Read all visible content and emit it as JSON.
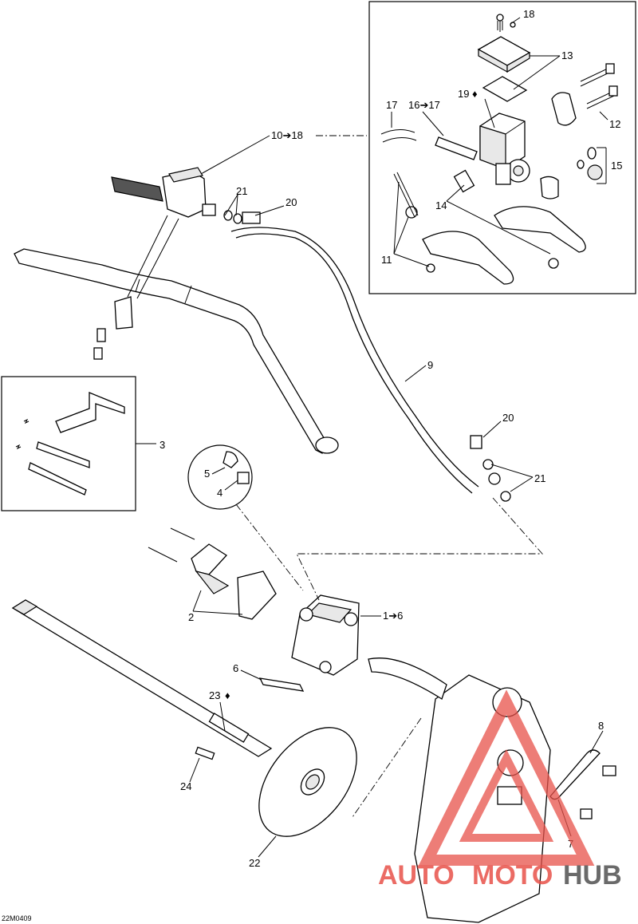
{
  "diagram": {
    "code": "22M0409",
    "labels": {
      "l_10_18": "10➔18",
      "l_18": "18",
      "l_13": "13",
      "l_19": "19",
      "l_17": "17",
      "l_16_17": "16➔17",
      "l_12": "12",
      "l_15": "15",
      "l_14": "14",
      "l_11": "11",
      "l_21a": "21",
      "l_20a": "20",
      "l_9": "9",
      "l_3": "3",
      "l_20b": "20",
      "l_21b": "21",
      "l_5": "5",
      "l_4": "4",
      "l_2": "2",
      "l_1_6": "1➔6",
      "l_6": "6",
      "l_23": "23",
      "l_8": "8",
      "l_24": "24",
      "l_7": "7",
      "l_22": "22"
    }
  },
  "watermark": {
    "auto": "AUTO",
    "moto": "MOTO",
    "hub": "HUB",
    "color_red": "#e8524a",
    "color_gray": "#5a5a5a"
  }
}
